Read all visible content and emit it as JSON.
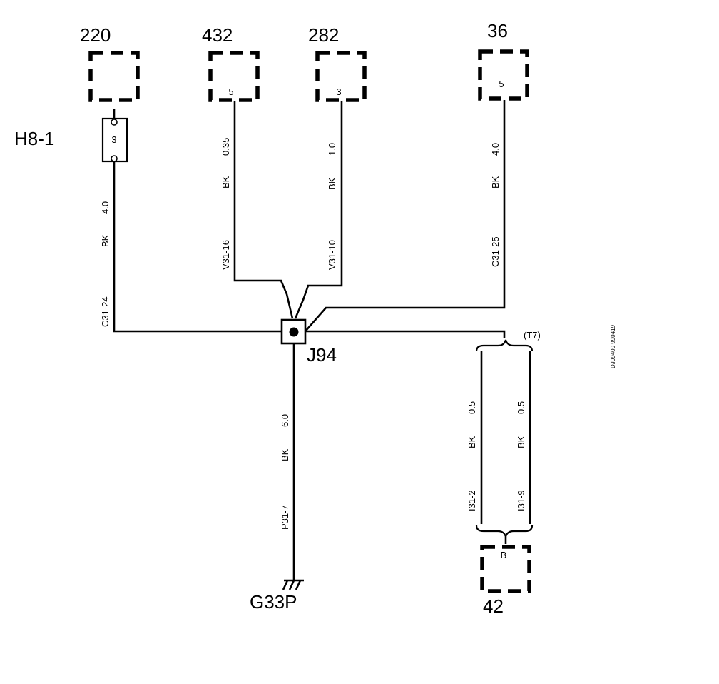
{
  "components": {
    "c220": {
      "label": "220"
    },
    "c432": {
      "label": "432",
      "pin": "5"
    },
    "c282": {
      "label": "282",
      "pin": "3"
    },
    "c36": {
      "label": "36",
      "pin": "5"
    },
    "c42": {
      "label": "42",
      "pin": "B"
    }
  },
  "fuse": {
    "label": "H8-1",
    "pin": "3"
  },
  "wires": {
    "w220": {
      "size": "4.0",
      "color": "BK",
      "id": "C31-24"
    },
    "w432": {
      "size": "0.35",
      "color": "BK",
      "id": "V31-16"
    },
    "w282": {
      "size": "1.0",
      "color": "BK",
      "id": "V31-10"
    },
    "w36": {
      "size": "4.0",
      "color": "BK",
      "id": "C31-25"
    },
    "wg": {
      "size": "6.0",
      "color": "BK",
      "id": "P31-7"
    },
    "wt1": {
      "size": "0.5",
      "color": "BK",
      "id": "I31-2"
    },
    "wt2": {
      "size": "0.5",
      "color": "BK",
      "id": "I31-9"
    }
  },
  "splice": {
    "label": "J94"
  },
  "ground": {
    "label": "G33P"
  },
  "twisted_pair": {
    "label": "(T7)"
  },
  "figure_code": "DJ09400 990419"
}
